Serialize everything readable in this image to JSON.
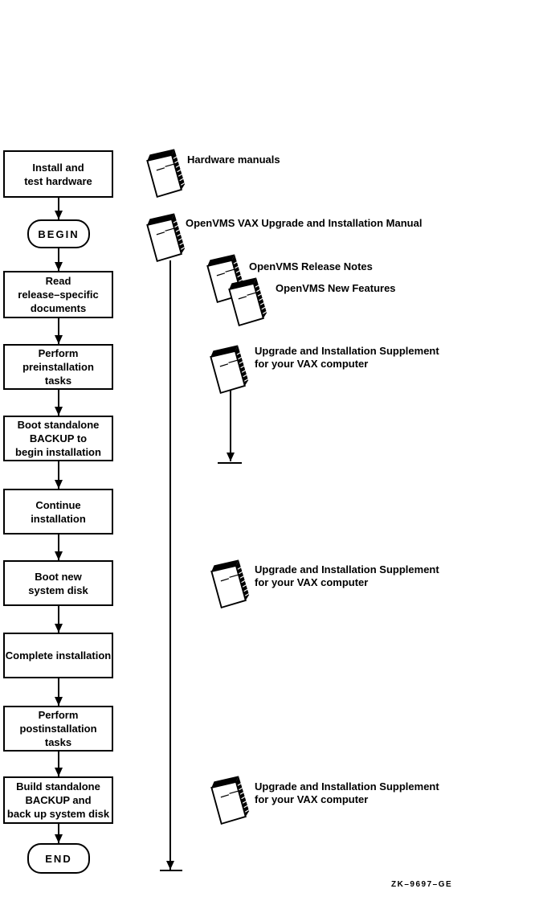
{
  "figure_code": "ZK–9697–GE",
  "colors": {
    "ink": "#000000",
    "paper": "#ffffff"
  },
  "flow": {
    "nodes": [
      {
        "id": "install-hardware",
        "type": "process",
        "lines": [
          "Install and",
          "test hardware"
        ]
      },
      {
        "id": "begin",
        "type": "terminal",
        "lines": [
          "BEGIN"
        ]
      },
      {
        "id": "read-documents",
        "type": "process",
        "lines": [
          "Read",
          "release–specific",
          "documents"
        ]
      },
      {
        "id": "preinstallation",
        "type": "process",
        "lines": [
          "Perform",
          "preinstallation",
          "tasks"
        ]
      },
      {
        "id": "boot-standalone",
        "type": "process",
        "lines": [
          "Boot standalone",
          "BACKUP to",
          "begin installation"
        ]
      },
      {
        "id": "continue-install",
        "type": "process",
        "lines": [
          "Continue",
          "installation"
        ]
      },
      {
        "id": "boot-new-disk",
        "type": "process",
        "lines": [
          "Boot new",
          "system disk"
        ]
      },
      {
        "id": "complete-install",
        "type": "process",
        "lines": [
          "Complete installation"
        ]
      },
      {
        "id": "postinstallation",
        "type": "process",
        "lines": [
          "Perform",
          "postinstallation",
          "tasks"
        ]
      },
      {
        "id": "build-standalone",
        "type": "process",
        "lines": [
          "Build standalone",
          "BACKUP and",
          "back up system disk"
        ]
      },
      {
        "id": "end",
        "type": "terminal",
        "lines": [
          "END"
        ]
      }
    ]
  },
  "documents": [
    {
      "id": "hardware-manuals",
      "lines": [
        "Hardware manuals"
      ]
    },
    {
      "id": "upgrade-installation-manual",
      "lines": [
        "OpenVMS VAX Upgrade and Installation Manual"
      ]
    },
    {
      "id": "release-notes",
      "lines": [
        "OpenVMS Release Notes"
      ]
    },
    {
      "id": "new-features",
      "lines": [
        "OpenVMS New Features"
      ]
    },
    {
      "id": "supplement-preinstallation",
      "lines": [
        "Upgrade and Installation Supplement",
        "for your VAX computer"
      ]
    },
    {
      "id": "supplement-boot-new-disk",
      "lines": [
        "Upgrade and Installation Supplement",
        "for your VAX computer"
      ]
    },
    {
      "id": "supplement-build-standalone",
      "lines": [
        "Upgrade and Installation Supplement",
        "for your VAX computer"
      ]
    }
  ]
}
